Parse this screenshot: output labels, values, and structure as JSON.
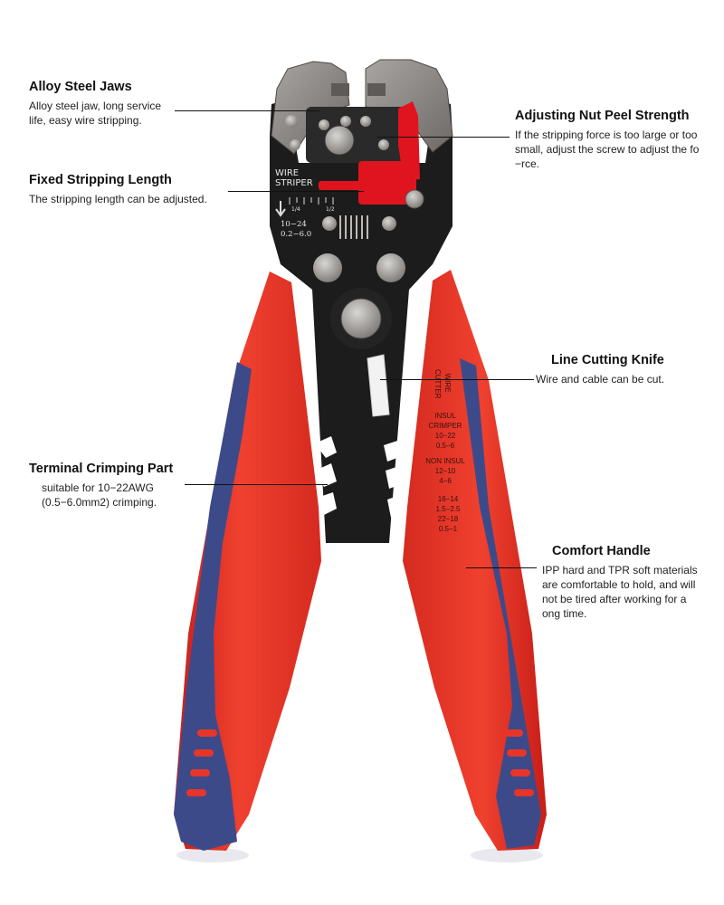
{
  "callouts": {
    "alloy_steel_jaws": {
      "title": "Alloy Steel Jaws",
      "text_1": "Alloy steel jaw, long service",
      "text_2": "life, easy wire stripping."
    },
    "fixed_stripping_length": {
      "title": "Fixed Stripping Length",
      "text_1": "The stripping length can be adjusted."
    },
    "adjusting_nut": {
      "title": "Adjusting Nut Peel Strength",
      "text_1": "If the stripping force is too large or too",
      "text_2": "small, adjust the screw to adjust the fo",
      "text_3": "−rce."
    },
    "line_cutting_knife": {
      "title": "Line Cutting Knife",
      "text_1": "Wire and cable can be cut."
    },
    "terminal_crimping": {
      "title": "Terminal Crimping Part",
      "text_1": "suitable for 10−22AWG",
      "text_2": "(0.5−6.0mm2) crimping."
    },
    "comfort_handle": {
      "title": "Comfort Handle",
      "text_1": "IPP hard and TPR soft materials",
      "text_2": "are comfortable to hold, and will",
      "text_3": "not be tired after working for a",
      "text_4": "ong time."
    }
  },
  "tool_markings": {
    "wire_stripper_1": "WIRE",
    "wire_stripper_2": "STRIPER",
    "scale_quarter": "1/4",
    "scale_half": "1/2",
    "range_awg": "10−24",
    "range_mm": "0.2−6.0",
    "cutter_1": "WIRE",
    "cutter_2": "CUTTER",
    "insul_1": "INSUL",
    "insul_2": "CRIMPER",
    "insul_3": "10−22",
    "insul_4": "0.5−6",
    "noninsul_1": "NON INSUL",
    "noninsul_2": "12−10",
    "noninsul_3": "4−6",
    "sizes_1": "16−14",
    "sizes_2": "1.5−2.5",
    "sizes_3": "22−18",
    "sizes_4": "0.5−1"
  },
  "colors": {
    "handle_red": "#e8352b",
    "handle_blue": "#3d4a8a",
    "body_black": "#1c1c1c",
    "adjuster_red": "#e0141e",
    "jaw_steel": "#8a8683"
  }
}
